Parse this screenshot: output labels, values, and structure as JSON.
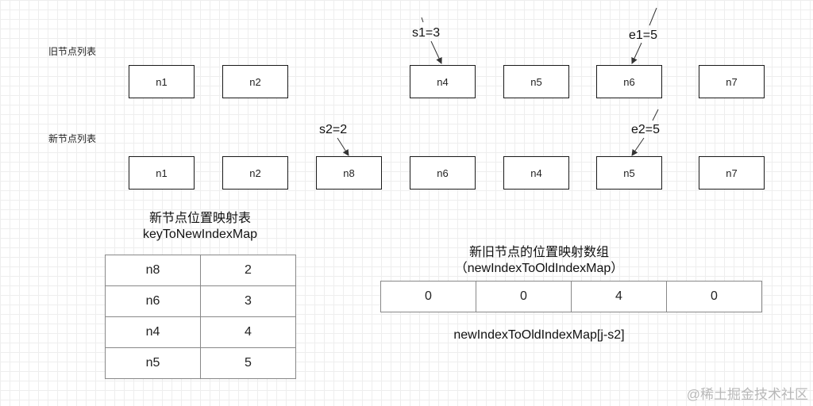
{
  "old_list": {
    "label": "旧节点列表",
    "nodes": [
      "n1",
      "n2",
      "n4",
      "n5",
      "n6",
      "n7"
    ]
  },
  "new_list": {
    "label": "新节点列表",
    "nodes": [
      "n1",
      "n2",
      "n8",
      "n6",
      "n4",
      "n5",
      "n7"
    ]
  },
  "pointers": {
    "s1": "s1=3",
    "e1": "e1=5",
    "s2": "s2=2",
    "e2": "e2=5"
  },
  "key_map": {
    "title": "新节点位置映射表",
    "subtitle": "keyToNewIndexMap",
    "rows": [
      {
        "key": "n8",
        "value": "2"
      },
      {
        "key": "n6",
        "value": "3"
      },
      {
        "key": "n4",
        "value": "4"
      },
      {
        "key": "n5",
        "value": "5"
      }
    ]
  },
  "index_array": {
    "title": "新旧节点的位置映射数组",
    "subtitle": "（newIndexToOldIndexMap）",
    "values": [
      "0",
      "0",
      "4",
      "0"
    ],
    "footer": "newIndexToOldIndexMap[j-s2]"
  },
  "watermark": "@稀土掘金技术社区",
  "colors": {
    "border": "#1a1a1a",
    "grid": "#eeeeee"
  }
}
